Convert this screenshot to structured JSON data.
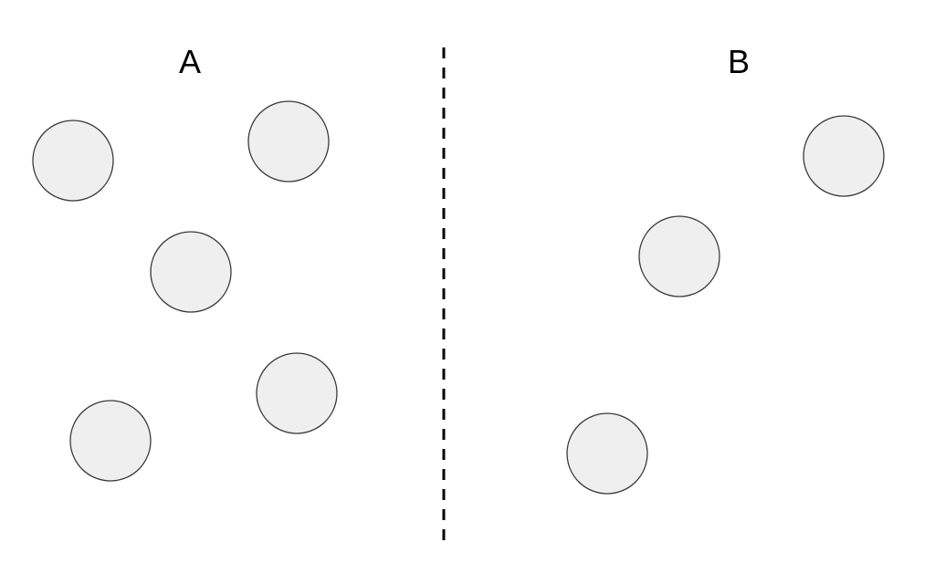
{
  "panels": {
    "left": {
      "label": "A",
      "circle_count": 5
    },
    "right": {
      "label": "B",
      "circle_count": 3
    }
  },
  "colors": {
    "background": "#ffffff",
    "circle_fill": "#efefef",
    "circle_stroke": "#3a3a3a",
    "divider": "#000000"
  }
}
